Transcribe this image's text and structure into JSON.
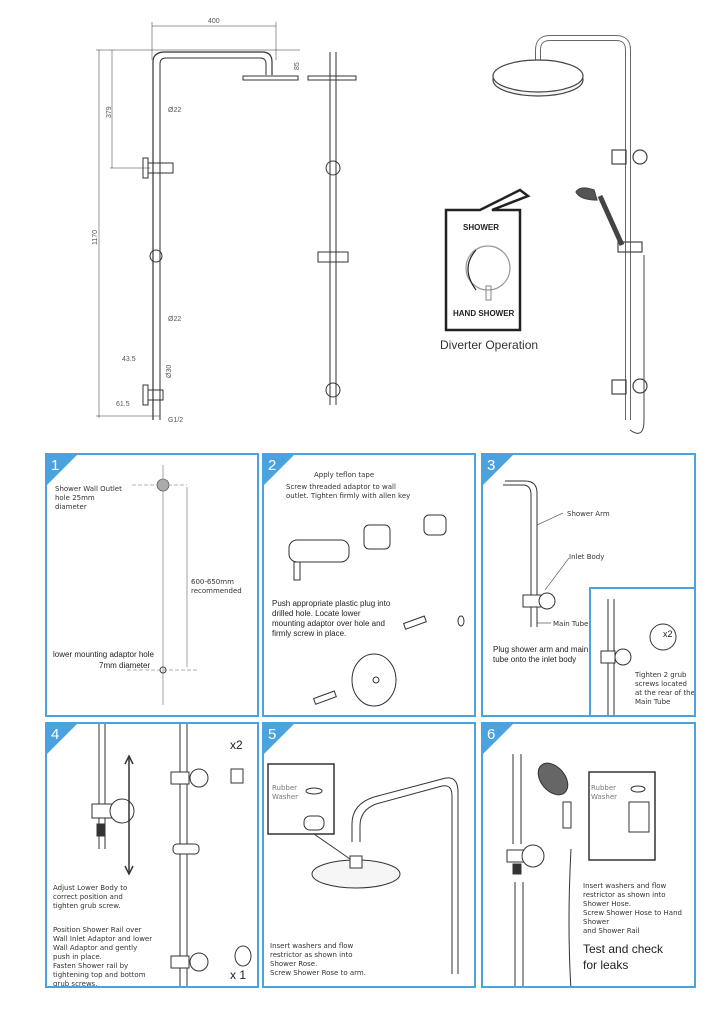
{
  "dimensions": {
    "width": "400",
    "arm_drop": "85",
    "outlet_to_top": "379",
    "tube_dia_upper": "Ø22",
    "overall_height": "1170",
    "tube_dia_lower": "Ø22",
    "lower_offset": "43.5",
    "lower_body_dia": "Ø30",
    "bottom_offset": "61.5",
    "thread": "G1/2"
  },
  "diverter": {
    "top_label": "SHOWER",
    "bottom_label": "HAND SHOWER",
    "caption": "Diverter Operation"
  },
  "steps": [
    {
      "number": "1",
      "outlet_note": "Shower Wall Outlet hole 25mm diameter",
      "distance_note": "600-650mm recommended",
      "lower_hole": "lower mounting adaptor hole",
      "lower_dia": "7mm diameter"
    },
    {
      "number": "2",
      "teflon": "Apply teflon tape",
      "screw_note": "Screw threaded adaptor to wall outlet. Tighten firmly with allen key",
      "plug_note": "Push appropriate plastic plug into drilled hole. Locate lower mounting adaptor over hole and firmly screw in place."
    },
    {
      "number": "3",
      "shower_arm": "Shower Arm",
      "inlet_body": "Inlet Body",
      "main_tube": "Main Tube",
      "plug_note": "Plug shower arm and main tube onto the inlet body",
      "count": "x2",
      "grub_note": "Tighten 2 grub screws located at the rear of the Main Tube"
    },
    {
      "number": "4",
      "count_top": "x2",
      "count_bottom": "x 1",
      "adjust_note": "Adjust Lower Body to correct position and tighten grub screw.",
      "rail_note": "Position Shower Rail over Wall Inlet Adaptor and lower Wall Adaptor and gently push in place.",
      "fasten_note": "Fasten Shower rail by tightening top and bottom grub screws."
    },
    {
      "number": "5",
      "washer": "Rubber Washer",
      "insert_note": "Insert washers and flow restrictor as shown into Shower Rose.",
      "screw_note": "Screw Shower Rose to arm."
    },
    {
      "number": "6",
      "washer": "Rubber Washer",
      "insert_note": "Insert washers and flow restrictor as shown into Shower Hose.",
      "hose_note": "Screw Shower Hose to  Hand Shower",
      "rail_note": "and Shower Rail",
      "test_note": "Test and check for leaks"
    }
  ]
}
